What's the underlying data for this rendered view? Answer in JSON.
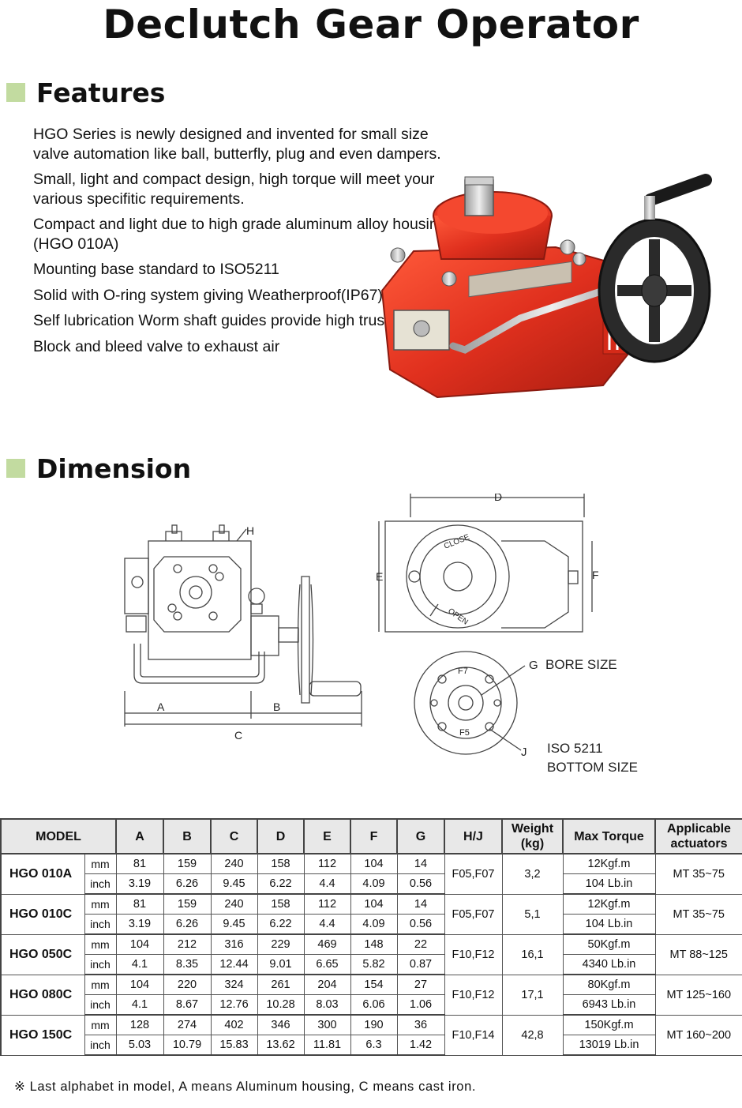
{
  "title": "Declutch Gear Operator",
  "sections": {
    "features": "Features",
    "dimension": "Dimension"
  },
  "features": [
    "HGO Series is newly designed and invented for small size valve automation like ball, butterfly, plug and even dampers.",
    "Small, light and compact design, high torque will meet your various specifitic requirements.",
    "Compact and light due to high grade aluminum alloy housing. (HGO 010A)",
    "Mounting base standard to ISO5211",
    "Solid with O-ring system giving Weatherproof(IP67)",
    "Self lubrication  Worm shaft guides provide high trust, stability",
    "Block and bleed valve to exhaust air"
  ],
  "drawing_labels": {
    "A": "A",
    "B": "B",
    "C": "C",
    "D": "D",
    "E": "E",
    "F": "F",
    "H": "H",
    "G": "G",
    "J": "J",
    "close": "CLOSE",
    "open": "OPEN",
    "f7": "F7",
    "f5": "F5",
    "bore": "BORE SIZE",
    "iso1": "ISO 5211",
    "iso2": "BOTTOM SIZE"
  },
  "table": {
    "headers": {
      "model": "MODEL",
      "a": "A",
      "b": "B",
      "c": "C",
      "d": "D",
      "e": "E",
      "f": "F",
      "g": "G",
      "hj": "H/J",
      "weight1": "Weight",
      "weight2": "(kg)",
      "torque": "Max Torque",
      "act1": "Applicable",
      "act2": "actuators"
    },
    "rows": [
      {
        "model": "HGO 010A",
        "mm": [
          "mm",
          "81",
          "159",
          "240",
          "158",
          "112",
          "104",
          "14"
        ],
        "inch": [
          "inch",
          "3.19",
          "6.26",
          "9.45",
          "6.22",
          "4.4",
          "4.09",
          "0.56"
        ],
        "hj": "F05,F07",
        "weight": "3,2",
        "t1": "12Kgf.m",
        "t2": "104 Lb.in",
        "act": "MT 35~75"
      },
      {
        "model": "HGO 010C",
        "mm": [
          "mm",
          "81",
          "159",
          "240",
          "158",
          "112",
          "104",
          "14"
        ],
        "inch": [
          "inch",
          "3.19",
          "6.26",
          "9.45",
          "6.22",
          "4.4",
          "4.09",
          "0.56"
        ],
        "hj": "F05,F07",
        "weight": "5,1",
        "t1": "12Kgf.m",
        "t2": "104 Lb.in",
        "act": "MT 35~75"
      },
      {
        "model": "HGO 050C",
        "mm": [
          "mm",
          "104",
          "212",
          "316",
          "229",
          "469",
          "148",
          "22"
        ],
        "inch": [
          "inch",
          "4.1",
          "8.35",
          "12.44",
          "9.01",
          "6.65",
          "5.82",
          "0.87"
        ],
        "hj": "F10,F12",
        "weight": "16,1",
        "t1": "50Kgf.m",
        "t2": "4340 Lb.in",
        "act": "MT 88~125"
      },
      {
        "model": "HGO 080C",
        "mm": [
          "mm",
          "104",
          "220",
          "324",
          "261",
          "204",
          "154",
          "27"
        ],
        "inch": [
          "inch",
          "4.1",
          "8.67",
          "12.76",
          "10.28",
          "8.03",
          "6.06",
          "1.06"
        ],
        "hj": "F10,F12",
        "weight": "17,1",
        "t1": "80Kgf.m",
        "t2": "6943 Lb.in",
        "act": "MT 125~160"
      },
      {
        "model": "HGO 150C",
        "mm": [
          "mm",
          "128",
          "274",
          "402",
          "346",
          "300",
          "190",
          "36"
        ],
        "inch": [
          "inch",
          "5.03",
          "10.79",
          "15.83",
          "13.62",
          "11.81",
          "6.3",
          "1.42"
        ],
        "hj": "F10,F14",
        "weight": "42,8",
        "t1": "150Kgf.m",
        "t2": "13019 Lb.in",
        "act": "MT 160~200"
      }
    ]
  },
  "note": "※ Last alphabet in model, A means Aluminum housing, C means cast iron.",
  "colors": {
    "bullet": "#c2dba0",
    "housing": "#e0301e",
    "handwheel": "#2a2a2a"
  }
}
